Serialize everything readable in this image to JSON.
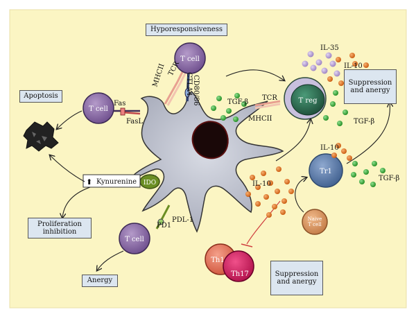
{
  "boxes": {
    "hyporesponsiveness": "Hyporesponsiveness",
    "apoptosis": "Apoptosis",
    "proliferation_inhibition": "Proliferation inhibition",
    "anergy": "Anergy",
    "suppression_top": "Suppression and anergy",
    "suppression_bottom": "Suppression and anergy"
  },
  "cells": {
    "tcell_top": "T cell",
    "tcell_left": "T cell",
    "tcell_bottom": "T cell",
    "treg": "T reg",
    "tr1": "Tr1",
    "naive": "Naive T cell",
    "th1": "Th1",
    "th17": "Th17"
  },
  "labels": {
    "mhcii_top": "MHCII",
    "tcr_top": "TCR",
    "ctla4": "CTLA4",
    "cd80_86": "CD80/86",
    "fas": "Fas",
    "fasl": "FasL",
    "tgfb_dc": "TGF-β",
    "tcr_treg": "TCR",
    "mhcii_treg": "MHCII",
    "il35": "IL-35",
    "il10_treg": "IL-10",
    "tgfb_treg": "TGF-β",
    "il10_tr1": "IL-10",
    "tgfb_tr1": "TGF-β",
    "il10_center": "IL-10",
    "ido": "IDO",
    "kynurenine": "Kynurenine",
    "kynurenine_arrow": "⬆",
    "pd1": "PD1",
    "pdl1": "PDL-1"
  },
  "colors": {
    "background": "#fbf5c3",
    "dc_body": "#c4c8d4",
    "tcell": "#8a6aa3",
    "treg": "#2d6a4f",
    "tr1": "#5a7aa8",
    "naive": "#e0a070",
    "th1": "#e8735a",
    "th17": "#d81b60",
    "ido": "#6b8e23",
    "green_dot": "#2e9e2e",
    "orange_dot": "#e0731a",
    "purple_dot": "#a68fc8",
    "inhibit_line": "#d04040"
  }
}
